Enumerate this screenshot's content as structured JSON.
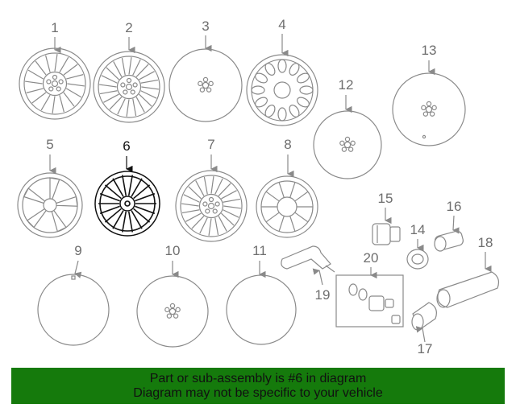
{
  "callouts": [
    {
      "id": "1",
      "label": "1",
      "selected": false
    },
    {
      "id": "2",
      "label": "2",
      "selected": false
    },
    {
      "id": "3",
      "label": "3",
      "selected": false
    },
    {
      "id": "4",
      "label": "4",
      "selected": false
    },
    {
      "id": "5",
      "label": "5",
      "selected": false
    },
    {
      "id": "6",
      "label": "6",
      "selected": true
    },
    {
      "id": "7",
      "label": "7",
      "selected": false
    },
    {
      "id": "8",
      "label": "8",
      "selected": false
    },
    {
      "id": "9",
      "label": "9",
      "selected": false
    },
    {
      "id": "10",
      "label": "10",
      "selected": false
    },
    {
      "id": "11",
      "label": "11",
      "selected": false
    },
    {
      "id": "12",
      "label": "12",
      "selected": false
    },
    {
      "id": "13",
      "label": "13",
      "selected": false
    },
    {
      "id": "14",
      "label": "14",
      "selected": false
    },
    {
      "id": "15",
      "label": "15",
      "selected": false
    },
    {
      "id": "16",
      "label": "16",
      "selected": false
    },
    {
      "id": "17",
      "label": "17",
      "selected": false
    },
    {
      "id": "18",
      "label": "18",
      "selected": false
    },
    {
      "id": "19",
      "label": "19",
      "selected": false
    },
    {
      "id": "20",
      "label": "20",
      "selected": false
    }
  ],
  "footer": {
    "line1": "Part or sub-assembly is #6 in diagram",
    "line2": "Diagram may not be specific to your vehicle"
  },
  "colors": {
    "footer_bg": "#157a0c",
    "footer_text": "#111111",
    "part_line": "#8a8a8a",
    "highlight_line": "#111111"
  }
}
